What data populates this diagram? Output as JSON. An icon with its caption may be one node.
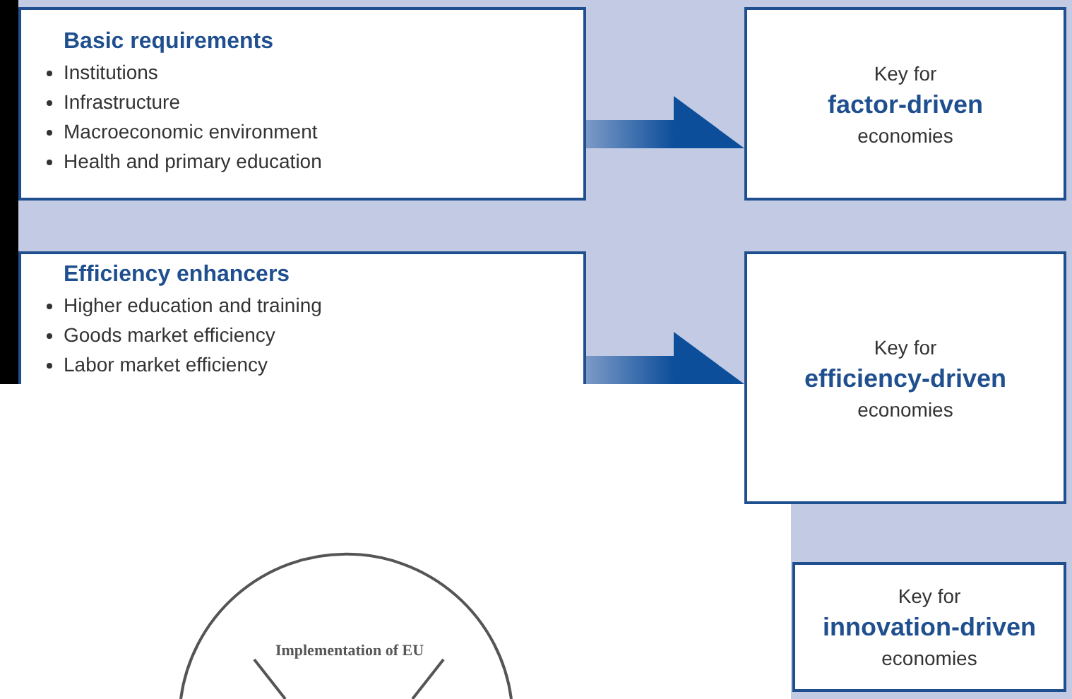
{
  "diagram": {
    "nodes": [
      {
        "text": [
          "Basic requirements",
          "Institutions",
          "Infrastructure",
          "Macroeconomic environment",
          "Health and primary education"
        ]
      },
      {
        "text": [
          "Efficiency enhancers",
          "Higher education and training",
          "Goods market efficiency",
          "Labor market efficiency"
        ]
      },
      {
        "text": [
          "Key for",
          "factor-driven",
          "economies"
        ]
      },
      {
        "text": [
          "Key for",
          "efficiency-driven",
          "economies"
        ]
      },
      {
        "text": [
          "Key for",
          "innovation-driven",
          "economies"
        ]
      },
      {
        "text": [
          "Implementation of EU"
        ]
      }
    ],
    "edges": [
      {
        "from": 0,
        "to": 2,
        "arrow": "to",
        "style": "thick"
      },
      {
        "from": 1,
        "to": 3,
        "arrow": "to",
        "style": "thick"
      }
    ]
  }
}
